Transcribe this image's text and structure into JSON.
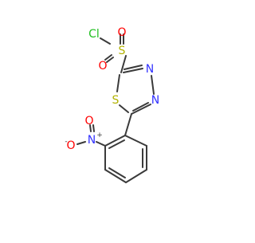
{
  "colors": {
    "background": "#ffffff",
    "bond": "#3a3a3a",
    "sulfur": "#b2b200",
    "chlorine": "#1fbf1f",
    "oxygen": "#ff0000",
    "nitrogen": "#3333ff"
  },
  "atoms": {
    "cl": "Cl",
    "s_sulfonyl": "S",
    "o_top": "O",
    "o_bottom": "O",
    "s_ring": "S",
    "n3": "N",
    "n4": "N",
    "n_nitro": "N",
    "n_nitro_charge": "+",
    "o_nitro_double": "O",
    "o_nitro_single": "O",
    "o_nitro_charge": "-"
  }
}
